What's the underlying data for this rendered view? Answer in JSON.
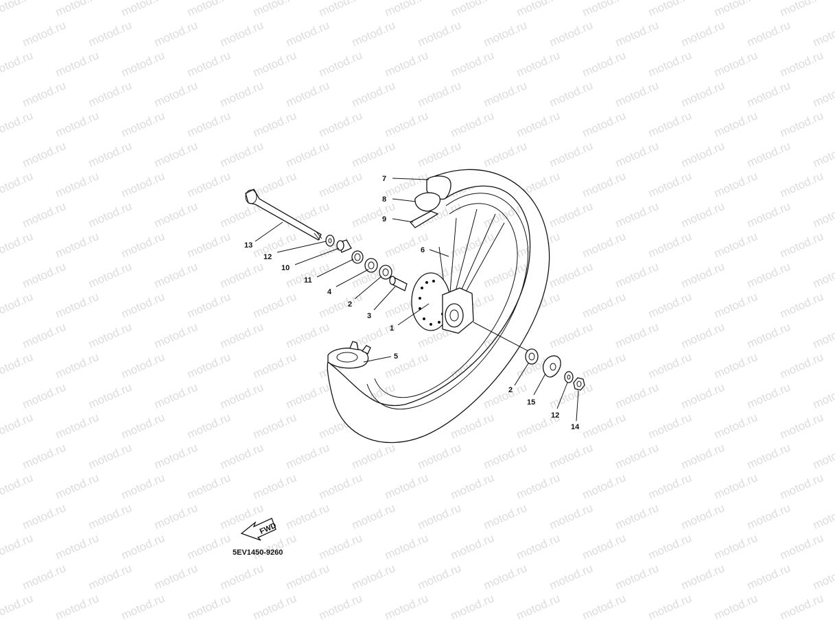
{
  "watermark": "motod.ru",
  "diagram_code": "5EV1450-9260",
  "fwd_label": "FWD",
  "callouts": [
    {
      "id": "c13",
      "label": "13"
    },
    {
      "id": "c12a",
      "label": "12"
    },
    {
      "id": "c10",
      "label": "10"
    },
    {
      "id": "c11",
      "label": "11"
    },
    {
      "id": "c4",
      "label": "4"
    },
    {
      "id": "c2a",
      "label": "2"
    },
    {
      "id": "c3",
      "label": "3"
    },
    {
      "id": "c1",
      "label": "1"
    },
    {
      "id": "c7",
      "label": "7"
    },
    {
      "id": "c8",
      "label": "8"
    },
    {
      "id": "c9",
      "label": "9"
    },
    {
      "id": "c6",
      "label": "6"
    },
    {
      "id": "c5",
      "label": "5"
    },
    {
      "id": "c2b",
      "label": "2"
    },
    {
      "id": "c15",
      "label": "15"
    },
    {
      "id": "c12b",
      "label": "12"
    },
    {
      "id": "c14",
      "label": "14"
    }
  ]
}
